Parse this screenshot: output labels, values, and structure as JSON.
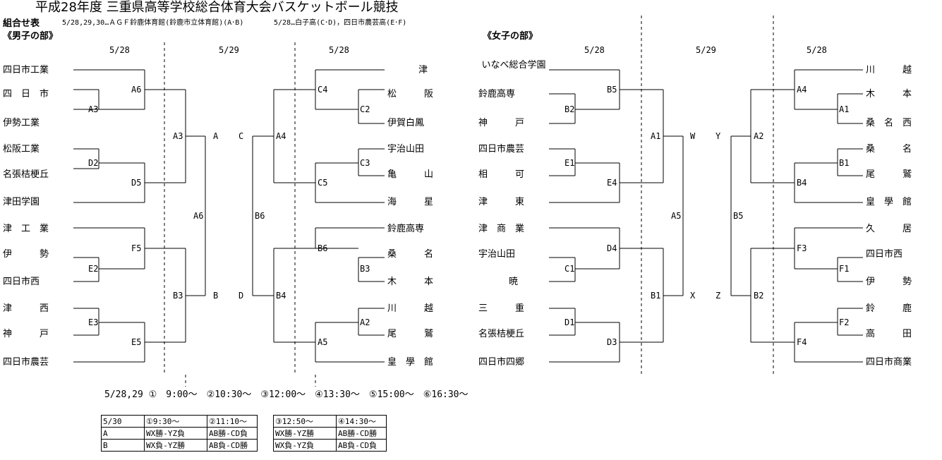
{
  "title": "平成28年度 三重県高等学校総合体育大会バスケットボール競技",
  "subtitle_label": "組合せ表",
  "venue_info_1": "5/28,29,30…ＡＧＦ鈴鹿体育館(鈴鹿市立体育館)(A･B)",
  "venue_info_2": "5/28…白子高(C･D)，四日市農芸高(E･F)",
  "boys_section": "《男子の部》",
  "girls_section": "《女子の部》",
  "date_headers": [
    "5/28",
    "5/29",
    "5/28",
    "5/28",
    "5/29",
    "5/28"
  ],
  "boys_left_teams": [
    "四日市工業",
    "四　日　市",
    "伊勢工業",
    "松阪工業",
    "名張桔梗丘",
    "津田学園",
    "津　工　業",
    "伊　　　勢",
    "四日市西",
    "津　　　西",
    "神　　　戸",
    "四日市農芸"
  ],
  "boys_right_teams": [
    "津",
    "松　　　阪",
    "伊賀白鳳",
    "宇治山田",
    "亀　　　山",
    "海　　　星",
    "鈴鹿高専",
    "桑　　　名",
    "木　　　本",
    "川　　　越",
    "尾　　　鷲",
    "皇　學　館"
  ],
  "girls_left_teams": [
    "いなべ総合学園",
    "鈴鹿高専",
    "神　　　戸",
    "四日市農芸",
    "相　　　可",
    "津　　　東",
    "津　商　業",
    "宇治山田",
    "暁",
    "三　　　重",
    "名張桔梗丘",
    "四日市四郷"
  ],
  "girls_right_teams": [
    "川　　　越",
    "木　　　本",
    "桑　名　西",
    "桑　　　名",
    "尾　　　鷲",
    "皇　學　館",
    "久　　　居",
    "四日市西",
    "伊　　　勢",
    "鈴　　　鹿",
    "高　　　田",
    "四日市商業"
  ],
  "game_labels": {
    "A3a": "A3",
    "A6a": "A6",
    "D2": "D2",
    "D5": "D5",
    "E2": "E2",
    "F5": "F5",
    "E3": "E3",
    "E5": "E5",
    "A3b": "A3",
    "B3": "B3",
    "A6b": "A6",
    "B6": "B6",
    "A4": "A4",
    "B4": "B4",
    "C4": "C4",
    "C2": "C2",
    "C3": "C3",
    "C5": "C5",
    "B6r": "B6",
    "B3r": "B3",
    "A2": "A2",
    "A5": "A5",
    "B5": "B5",
    "B2": "B2",
    "E1": "E1",
    "E4": "E4",
    "D4": "D4",
    "C1": "C1",
    "D1": "D1",
    "D3": "D3",
    "A1": "A1",
    "B1": "B1",
    "A5g": "A5",
    "B5g": "B5",
    "A4g": "A4",
    "A1g": "A1",
    "A2g": "A2",
    "B1g": "B1",
    "B4g": "B4",
    "F3": "F3",
    "F1": "F1",
    "B2g": "B2",
    "F2": "F2",
    "F4": "F4"
  },
  "final_letters": {
    "A": "A",
    "C": "C",
    "B": "B",
    "D": "D",
    "W": "W",
    "Y": "Y",
    "X": "X",
    "Z": "Z"
  },
  "times_line": "5/28,29 ①　9:00～　②10:30～　③12:00～　④13:30～　⑤15:00～　⑥16:30～",
  "schedule": {
    "header": [
      "5/30",
      "①9:30～",
      "②11:10～",
      "③12:50～",
      "④14:30～"
    ],
    "rows": [
      [
        "A",
        "WX勝-YZ負",
        "AB勝-CD負",
        "WX勝-YZ勝",
        "AB勝-CD勝"
      ],
      [
        "B",
        "WX負-YZ勝",
        "AB負-CD勝",
        "WX負-YZ負",
        "AB負-CD負"
      ]
    ]
  }
}
